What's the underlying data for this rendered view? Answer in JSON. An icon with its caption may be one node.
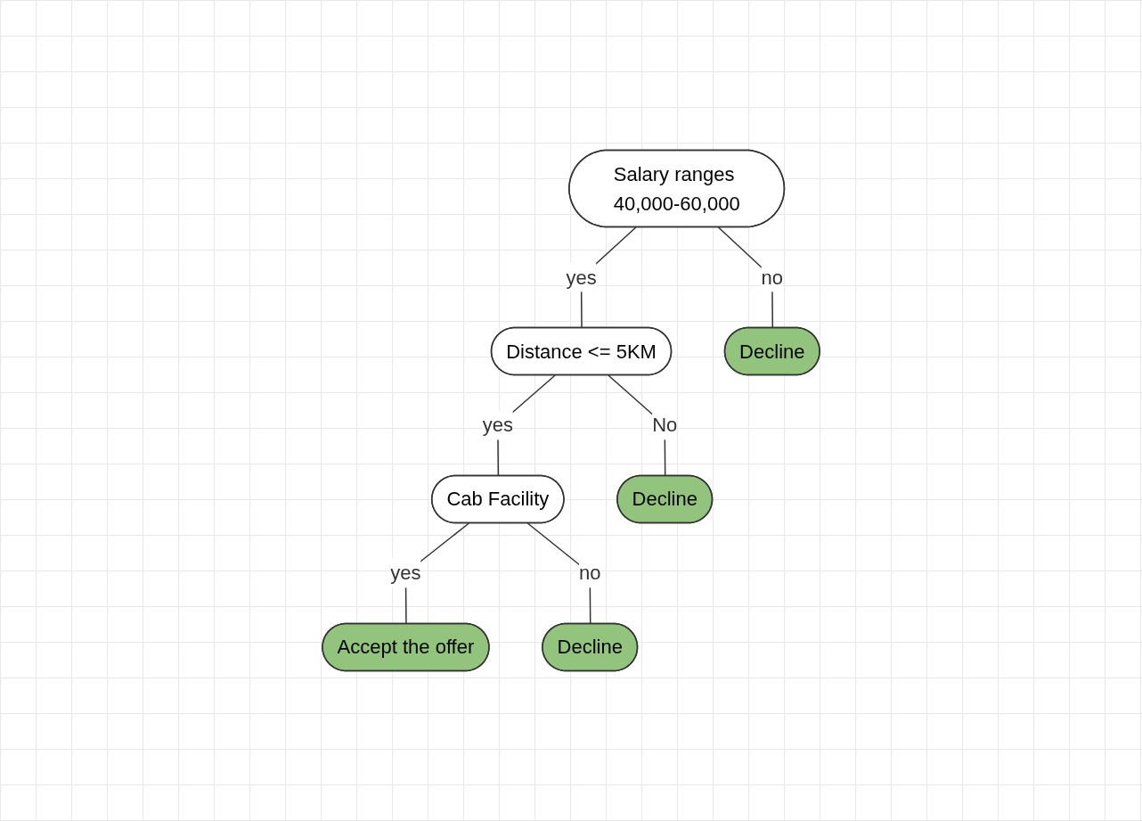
{
  "diagram": {
    "nodes": [
      {
        "text": [
          "Salary ranges 40,000-60,000"
        ]
      },
      {
        "text": [
          "Distance <= 5KM"
        ]
      },
      {
        "text": [
          "Decline"
        ]
      },
      {
        "text": [
          "Cab Facility"
        ]
      },
      {
        "text": [
          "Decline"
        ]
      },
      {
        "text": [
          "Accept the offer"
        ]
      },
      {
        "text": [
          "Decline"
        ]
      }
    ],
    "edges": [
      {
        "from": 0,
        "to": 1,
        "arrow": "none",
        "label": "yes"
      },
      {
        "from": 0,
        "to": 2,
        "arrow": "none",
        "label": "no"
      },
      {
        "from": 1,
        "to": 3,
        "arrow": "none",
        "label": "yes"
      },
      {
        "from": 1,
        "to": 4,
        "arrow": "none",
        "label": "No"
      },
      {
        "from": 3,
        "to": 5,
        "arrow": "none",
        "label": "yes"
      },
      {
        "from": 3,
        "to": 6,
        "arrow": "none",
        "label": "no"
      }
    ]
  }
}
